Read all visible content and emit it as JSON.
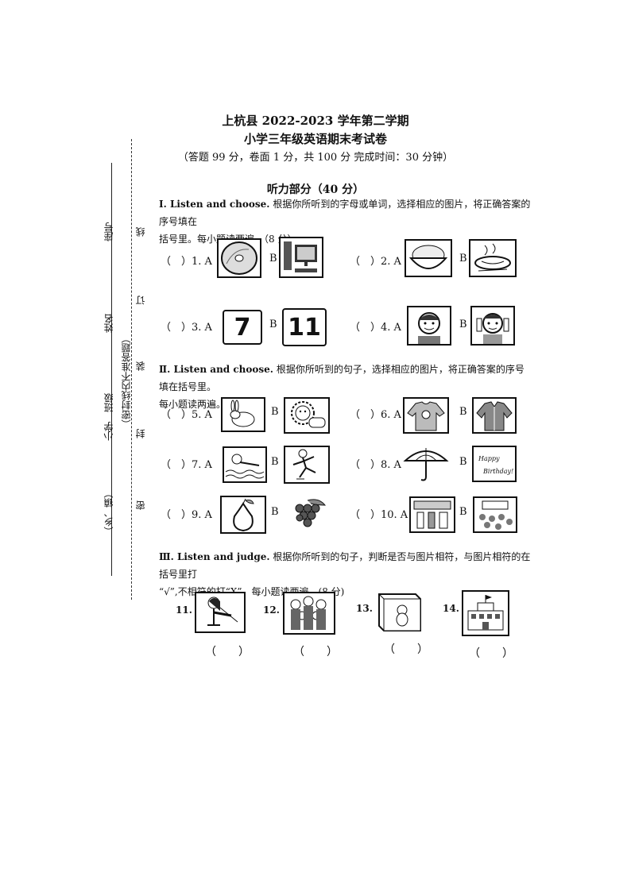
{
  "header": {
    "title1": "上杭县 2022-2023 学年第二学期",
    "title2": "小学三年级英语期末考试卷",
    "note": "（答题 99 分，卷面 1 分，共 100 分  完成时间：30 分钟）",
    "part": "听力部分（40 分）"
  },
  "binding": {
    "seat": "座号",
    "name": "姓名",
    "school_class": "小学　班级",
    "town": "（乡、镇）",
    "warning": "（密封线内不准答题）",
    "line": "线",
    "ding": "订",
    "zhuang": "装",
    "feng": "封",
    "mi": "密"
  },
  "section1": {
    "heading_en": "Ⅰ. Listen and choose.",
    "heading_cn": "根据你所听到的字母或单词，选择相应的图片，将正确答案的序号填在",
    "heading_cn2": "括号里。每小题读两遍。（8 分）",
    "items": [
      {
        "label": "（　）1. A",
        "b": "B"
      },
      {
        "label": "（　）2. A",
        "b": "B"
      },
      {
        "label": "（　）3. A",
        "b": "B",
        "a_num": "7",
        "b_num": "11"
      },
      {
        "label": "（　）4. A",
        "b": "B"
      }
    ]
  },
  "section2": {
    "heading_en": "Ⅱ. Listen and choose.",
    "heading_cn": "根据你所听到的句子，选择相应的图片，将正确答案的序号填在括号里。",
    "heading_cn2": "每小题读两遍。（12 分）",
    "items": [
      {
        "label": "（　）5. A",
        "b": "B"
      },
      {
        "label": "（　）6. A",
        "b": "B"
      },
      {
        "label": "（　）7. A",
        "b": "B"
      },
      {
        "label": "（　）8. A",
        "b": "B",
        "card_text1": "Happy",
        "card_text2": "Birthday!"
      },
      {
        "label": "（　）9. A",
        "b": "B"
      },
      {
        "label": "（　）10. A",
        "b": "B"
      }
    ]
  },
  "section3": {
    "heading_en": "Ⅲ. Listen and judge.",
    "heading_cn": "根据你所听到的句子，判断是否与图片相符，与图片相符的在括号里打",
    "heading_cn2": "“√”,不相符的打“X”。每小题读两遍。(8 分)",
    "items": [
      {
        "num": "11.",
        "ans": "（　　）"
      },
      {
        "num": "12.",
        "ans": "（　　）"
      },
      {
        "num": "13.",
        "ans": "（　　）"
      },
      {
        "num": "14.",
        "ans": "（　　）"
      }
    ]
  }
}
